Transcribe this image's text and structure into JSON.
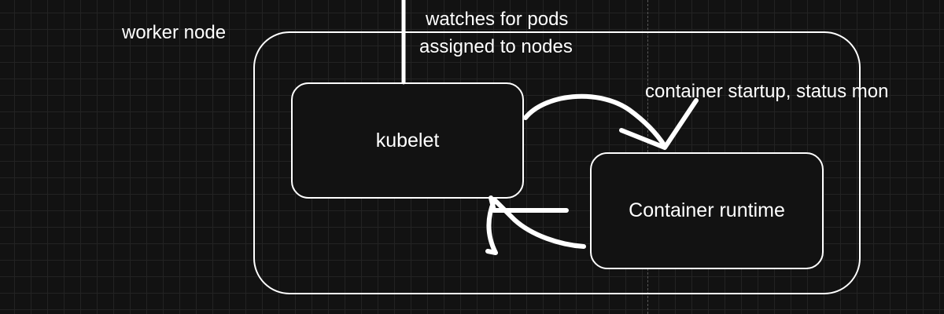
{
  "diagram": {
    "worker_node": {
      "label": "worker node"
    },
    "kubelet": {
      "label": "kubelet"
    },
    "container_runtime": {
      "label": "Container runtime"
    },
    "annotations": {
      "watch_line1": "watches for pods",
      "watch_line2": "assigned to nodes",
      "startup": "container startup, status mon"
    }
  },
  "colors": {
    "background": "#121212",
    "grid": "#232323",
    "stroke": "#ffffff",
    "text": "#ffffff"
  }
}
